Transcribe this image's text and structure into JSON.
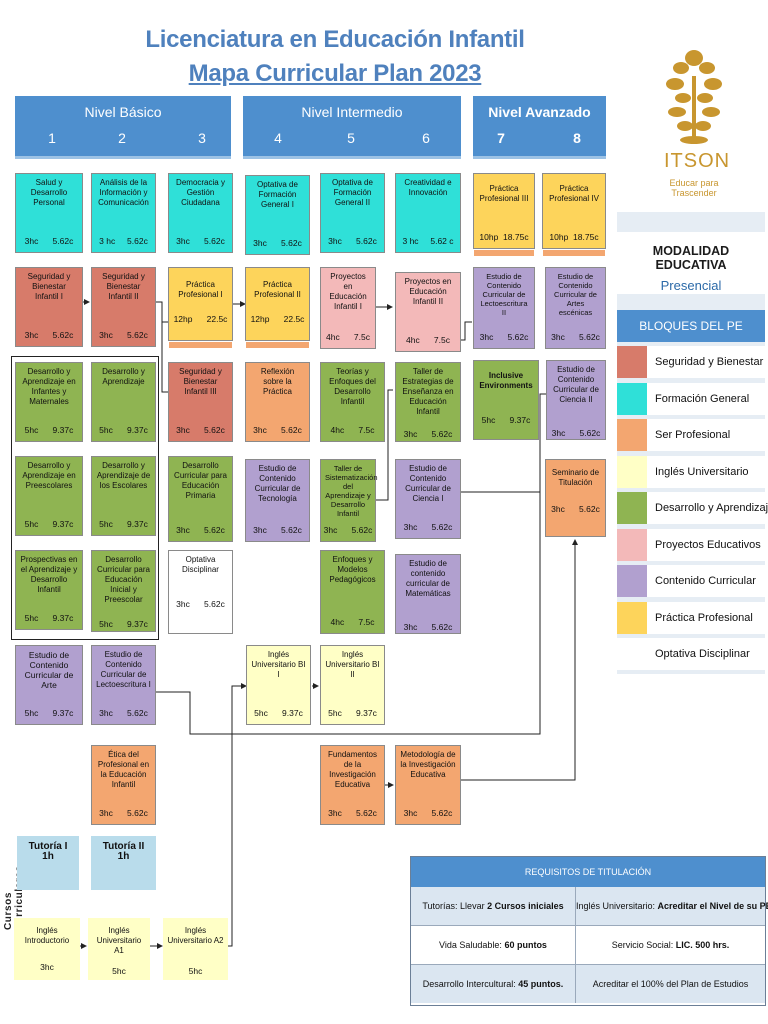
{
  "title": {
    "line1": "Licenciatura en Educación Infantil",
    "line2": "Mapa Curricular Plan 2023"
  },
  "levels": {
    "basic": {
      "name": "Nivel Básico",
      "sems": [
        "1",
        "2",
        "3"
      ]
    },
    "intermediate": {
      "name": "Nivel Intermedio",
      "sems": [
        "4",
        "5",
        "6"
      ]
    },
    "advanced": {
      "name": "Nivel Avanzado",
      "sems": [
        "7",
        "8"
      ]
    }
  },
  "logo": {
    "name": "ITSON",
    "tagline1": "Educar para",
    "tagline2": "Trascender"
  },
  "courses": {
    "c1_1": {
      "name": "Salud y Desarrollo Personal",
      "credits": "3hc      5.62c"
    },
    "c1_2": {
      "name": "Seguridad y Bienestar Infantil I",
      "credits": "3hc      5.62c"
    },
    "c1_3": {
      "name": "Desarrollo y Aprendizaje en Infantes y Maternales",
      "credits": "5hc      9.37c"
    },
    "c1_4": {
      "name": "Desarrollo y Aprendizaje en Preescolares",
      "credits": "5hc      9.37c"
    },
    "c1_5": {
      "name": "Prospectivas en el Aprendizaje y Desarrollo Infantil",
      "credits": "5hc      9.37c"
    },
    "c1_6": {
      "name": "Estudio de Contenido Curricular de Arte",
      "credits": "5hc      9.37c"
    },
    "c2_1": {
      "name": "Análisis de la Información y Comunicación",
      "credits": "3 hc     5.62c"
    },
    "c2_2": {
      "name": "Seguridad y Bienestar Infantil II",
      "credits": "3hc      5.62c"
    },
    "c2_3": {
      "name": "Desarrollo y Aprendizaje",
      "credits": "5hc      9.37c"
    },
    "c2_4": {
      "name": "Desarrollo y Aprendizaje de los Escolares",
      "credits": "5hc      9.37c"
    },
    "c2_5": {
      "name": "Desarrollo Curricular para Educación Inicial y Preescolar",
      "credits": "5hc      9.37c"
    },
    "c2_6": {
      "name": "Estudio de Contenido Curricular de Lectoescritura I",
      "credits": "3hc      5.62c"
    },
    "c2_7": {
      "name": "Ética del Profesional en la Educación Infantil",
      "credits": "3hc      5.62c"
    },
    "c3_1": {
      "name": "Democracia y Gestión Ciudadana",
      "credits": "3hc      5.62c"
    },
    "c3_2": {
      "name": "Práctica Profesional I",
      "credits": "12hp      22.5c"
    },
    "c3_3": {
      "name": "Seguridad y Bienestar Infantil III",
      "credits": "3hc      5.62c"
    },
    "c3_4": {
      "name": "Desarrollo Curricular para Educación Primaria",
      "credits": "3hc      5.62c"
    },
    "c3_5": {
      "name": "Optativa Disciplinar",
      "credits": "3hc      5.62c"
    },
    "c4_1": {
      "name": "Optativa de Formación General I",
      "credits": "3hc      5.62c"
    },
    "c4_2": {
      "name": "Práctica Profesional II",
      "credits": "12hp      22.5c"
    },
    "c4_3": {
      "name": "Reflexión sobre la Práctica",
      "credits": "3hc      5.62c"
    },
    "c4_4": {
      "name": "Estudio de Contenido Curricular de Tecnología",
      "credits": "3hc      5.62c"
    },
    "c4_5": {
      "name": "Inglés Universitario BI I",
      "credits": "5hc      9.37c"
    },
    "c5_1": {
      "name": "Optativa de Formación General II",
      "credits": "3hc      5.62c"
    },
    "c5_2": {
      "name": "Proyectos en Educación Infantil I",
      "credits": "4hc      7.5c"
    },
    "c5_3": {
      "name": "Teorías y Enfoques del Desarrollo Infantil",
      "credits": "4hc      7.5c"
    },
    "c5_4": {
      "name": "Taller de Sistematización del Aprendizaje y Desarrollo Infantil",
      "credits": "3hc      5.62c"
    },
    "c5_5": {
      "name": "Enfoques y Modelos Pedagógicos",
      "credits": "4hc      7.5c"
    },
    "c5_6": {
      "name": "Inglés Universitario BI II",
      "credits": "5hc      9.37c"
    },
    "c5_7": {
      "name": "Fundamentos de la Investigación Educativa",
      "credits": "3hc      5.62c"
    },
    "c6_1": {
      "name": "Creatividad e Innovación",
      "credits": "3 hc     5.62 c"
    },
    "c6_2": {
      "name": "Proyectos en Educación Infantil II",
      "credits": "4hc      7.5c"
    },
    "c6_3": {
      "name": "Taller de Estrategias de Enseñanza en Educación Infantil",
      "credits": "3hc      5.62c"
    },
    "c6_4": {
      "name": "Estudio de Contenido Curricular de Ciencia I",
      "credits": "3hc      5.62c"
    },
    "c6_5": {
      "name": "Estudio de contenido curricular de Matemáticas",
      "credits": "3hc      5.62c"
    },
    "c6_6": {
      "name": "Metodología de la Investigación Educativa",
      "credits": "3hc      5.62c"
    },
    "c7_1": {
      "name": "Práctica Profesional III",
      "credits": "10hp  18.75c"
    },
    "c7_2": {
      "name": "Estudio de Contenido Curricular de Lectoescritura II",
      "credits": "3hc      5.62c"
    },
    "c7_3": {
      "name": "Inclusive Environments",
      "credits": "5hc      9.37c"
    },
    "c8_1": {
      "name": "Práctica Profesional IV",
      "credits": "10hp  18.75c"
    },
    "c8_2": {
      "name": "Estudio de Contenido Curricular de Artes escénicas",
      "credits": "3hc      5.62c"
    },
    "c8_3": {
      "name": "Estudio de Contenido Curricular de Ciencia II",
      "credits": "3hc      5.62c"
    },
    "c8_4": {
      "name": "Seminario de Titulación",
      "credits": "3hc      5.62c"
    }
  },
  "tutoring": {
    "t1": {
      "name": "Tutoría I",
      "hours": "1h"
    },
    "t2": {
      "name": "Tutoría II",
      "hours": "1h"
    }
  },
  "english_extra": {
    "e1": {
      "name": "Inglés Introductorio",
      "hours": "3hc"
    },
    "e2": {
      "name": "Inglés Universitario A1",
      "hours": "5hc"
    },
    "e3": {
      "name": "Inglés Universitario A2",
      "hours": "5hc"
    }
  },
  "extra_label": "Cursos extracurriculares",
  "legend": {
    "title": "MODALIDAD EDUCATIVA",
    "subtitle": "Presencial",
    "header": "BLOQUES DEL PE",
    "items": [
      {
        "label": "Seguridad y Bienestar",
        "color": "#d77b6a"
      },
      {
        "label": "Formación General",
        "color": "#2fe0d8"
      },
      {
        "label": "Ser Profesional",
        "color": "#f3a670"
      },
      {
        "label": "Inglés Universitario",
        "color": "#ffffc6"
      },
      {
        "label": "Desarrollo y Aprendizaje",
        "color": "#8fb452"
      },
      {
        "label": "Proyectos Educativos",
        "color": "#f3b9b9"
      },
      {
        "label": "Contenido Curricular",
        "color": "#b1a0cf"
      },
      {
        "label": "Práctica Profesional",
        "color": "#fdd45b"
      },
      {
        "label": "Optativa Disciplinar",
        "color": "#ffffff"
      }
    ]
  },
  "requirements": {
    "header": "REQUISITOS DE TITULACIÓN",
    "r1_left_a": "Tutorías: Llevar ",
    "r1_left_b": "2 Cursos iniciales",
    "r1_right_a": "Inglés Universitario: ",
    "r1_right_b": "Acreditar el Nivel de su PE",
    "r2_left_a": "Vida Saludable: ",
    "r2_left_b": "60 puntos",
    "r2_right_a": "Servicio Social: ",
    "r2_right_b": "LIC. 500 hrs.",
    "r3_left_a": "Desarrollo Intercultural: ",
    "r3_left_b": "45 puntos.",
    "r3_right": "Acreditar el 100% del Plan de Estudios"
  }
}
